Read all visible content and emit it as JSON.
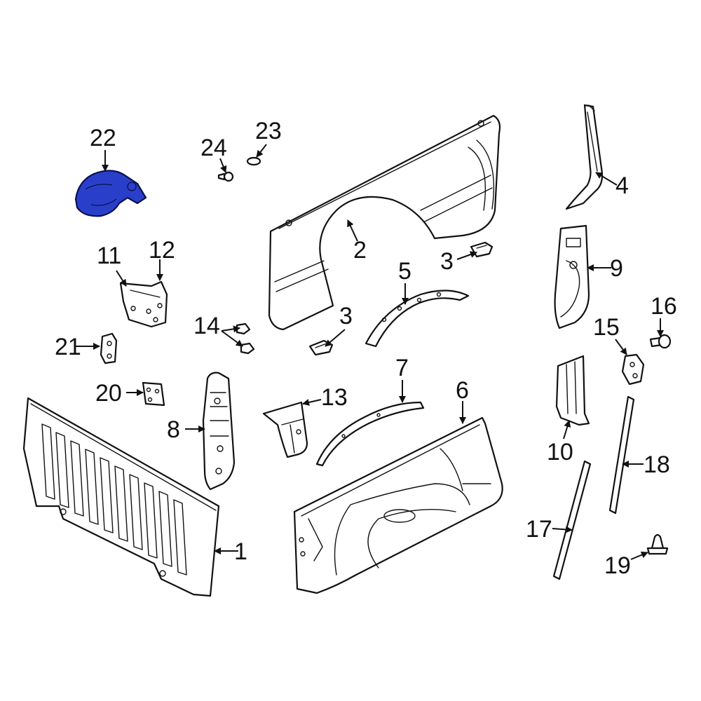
{
  "callouts": [
    {
      "id": "1",
      "label": "1"
    },
    {
      "id": "2",
      "label": "2"
    },
    {
      "id": "3a",
      "label": "3"
    },
    {
      "id": "3b",
      "label": "3"
    },
    {
      "id": "4",
      "label": "4"
    },
    {
      "id": "5",
      "label": "5"
    },
    {
      "id": "6",
      "label": "6"
    },
    {
      "id": "7",
      "label": "7"
    },
    {
      "id": "8",
      "label": "8"
    },
    {
      "id": "9",
      "label": "9"
    },
    {
      "id": "10",
      "label": "10"
    },
    {
      "id": "11",
      "label": "11"
    },
    {
      "id": "12",
      "label": "12"
    },
    {
      "id": "13",
      "label": "13"
    },
    {
      "id": "14",
      "label": "14"
    },
    {
      "id": "15",
      "label": "15"
    },
    {
      "id": "16",
      "label": "16"
    },
    {
      "id": "17",
      "label": "17"
    },
    {
      "id": "18",
      "label": "18"
    },
    {
      "id": "19",
      "label": "19"
    },
    {
      "id": "20",
      "label": "20"
    },
    {
      "id": "21",
      "label": "21"
    },
    {
      "id": "22",
      "label": "22"
    },
    {
      "id": "23",
      "label": "23"
    },
    {
      "id": "24",
      "label": "24"
    }
  ],
  "highlighted_part": "22",
  "colors": {
    "highlight": "#2a3fc9",
    "line": "#111111",
    "background": "#ffffff"
  }
}
